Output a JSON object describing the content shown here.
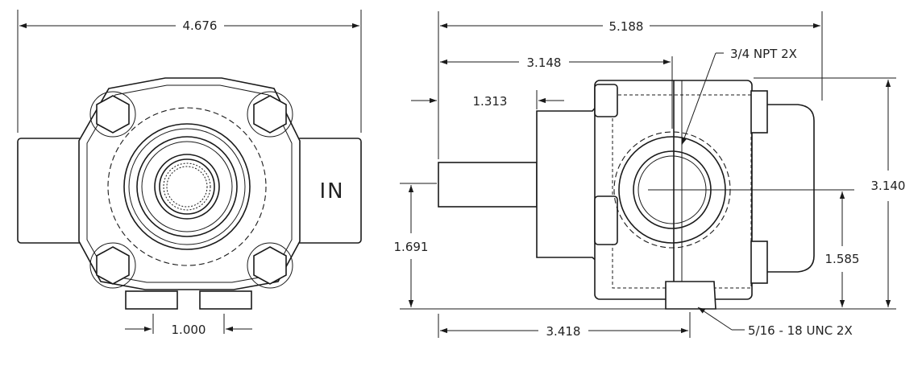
{
  "front_view": {
    "width_dim": "4.676",
    "port_spacing_dim": "1.000",
    "inlet_label": "IN"
  },
  "side_view": {
    "overall_length_dim": "5.188",
    "port_center_dim": "3.148",
    "shaft_length_dim": "1.313",
    "height_dim": "3.140",
    "shaft_height_dim": "1.691",
    "port_height_dim": "1.585",
    "mount_dim": "3.418",
    "port_callout": "3/4 NPT 2X",
    "mount_callout": "5/16 - 18 UNC 2X"
  }
}
